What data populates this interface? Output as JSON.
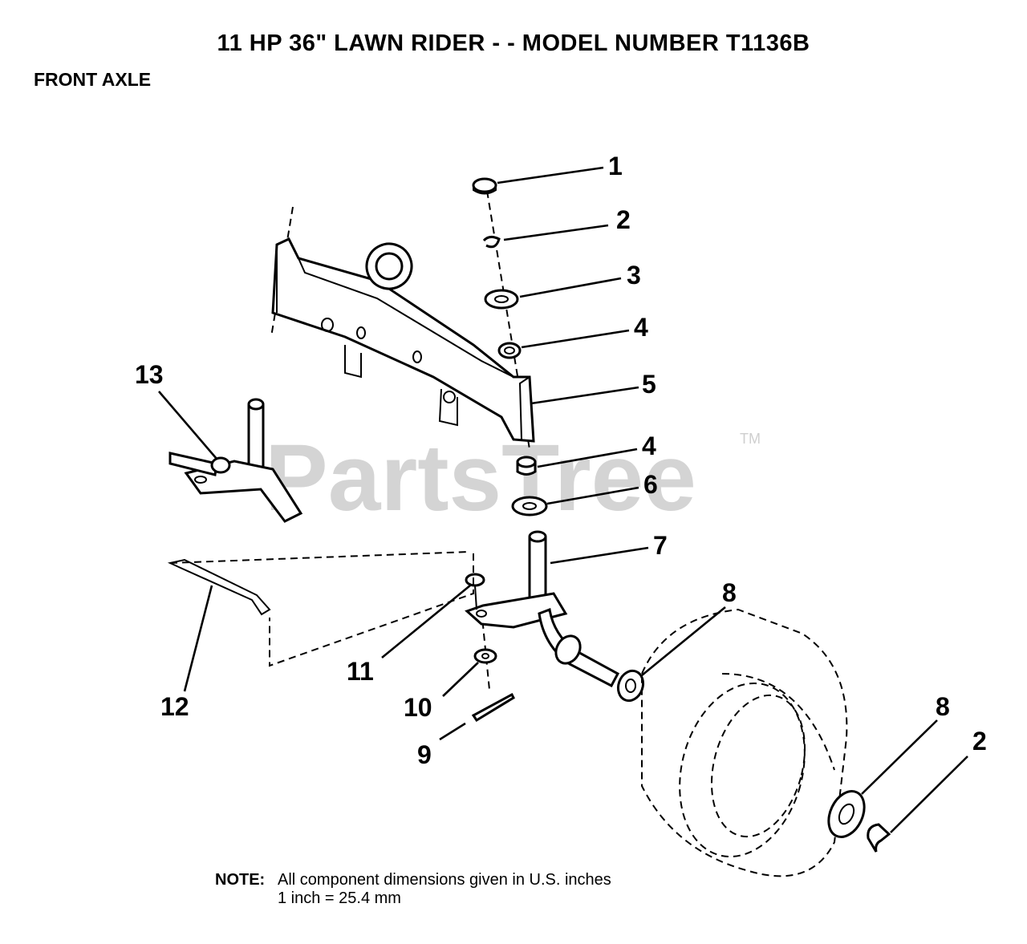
{
  "title": "11 HP 36\" LAWN RIDER - - MODEL NUMBER T1136B",
  "subtitle": "FRONT AXLE",
  "watermark": {
    "text": "PartsTree",
    "trademark": "TM"
  },
  "callouts": {
    "c1": "1",
    "c2a": "2",
    "c3": "3",
    "c4a": "4",
    "c5": "5",
    "c4b": "4",
    "c6": "6",
    "c7": "7",
    "c8a": "8",
    "c8b": "8",
    "c2b": "2",
    "c9": "9",
    "c10": "10",
    "c11": "11",
    "c12": "12",
    "c13": "13"
  },
  "note": {
    "label": "NOTE:",
    "line1": "All component dimensions given in U.S. inches",
    "line2": "1 inch = 25.4 mm"
  }
}
